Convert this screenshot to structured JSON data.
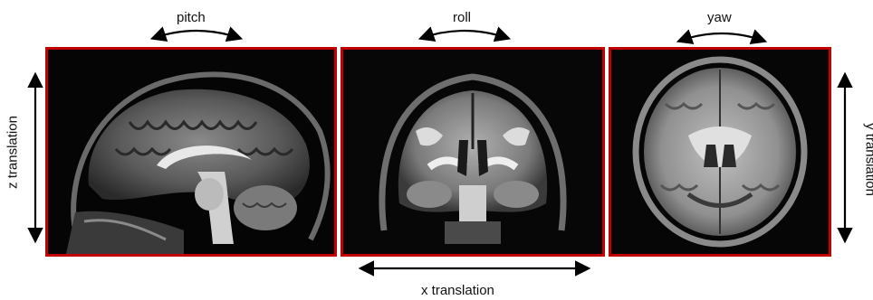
{
  "labels": {
    "pitch": "pitch",
    "roll": "roll",
    "yaw": "yaw",
    "z_translation": "z translation",
    "x_translation": "x translation",
    "y_translation": "y translation"
  },
  "colors": {
    "frame": "#c00000",
    "arrow": "#000000",
    "background": "#ffffff",
    "image_bg": "#000000"
  }
}
